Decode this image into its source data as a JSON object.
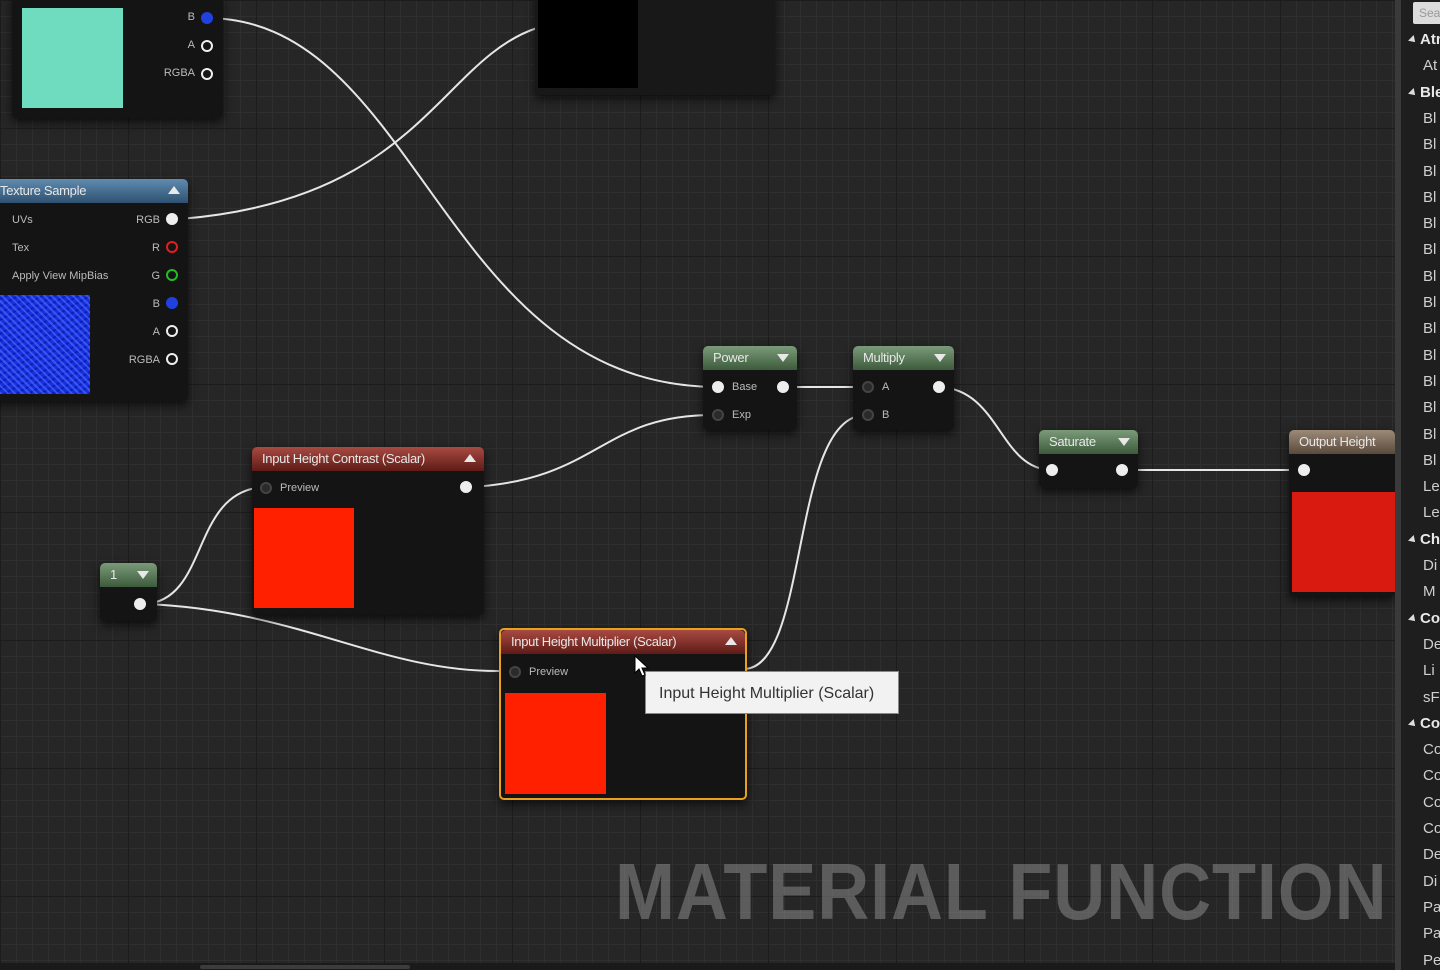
{
  "nodes": {
    "top_color": {
      "pins": [
        "B",
        "A",
        "RGBA"
      ],
      "swatch_color": "#6fdcbf"
    },
    "texture_sample": {
      "title": "Texture Sample",
      "inputs": [
        "UVs",
        "Tex",
        "Apply View MipBias"
      ],
      "outputs": [
        "RGB",
        "R",
        "G",
        "B",
        "A",
        "RGBA"
      ],
      "swatch_color": "#1530e0"
    },
    "power": {
      "title": "Power",
      "inputs": [
        "Base",
        "Exp"
      ]
    },
    "multiply": {
      "title": "Multiply",
      "inputs": [
        "A",
        "B"
      ]
    },
    "saturate": {
      "title": "Saturate"
    },
    "output_height": {
      "title": "Output Height",
      "swatch_color": "#d81a10"
    },
    "contrast": {
      "title": "Input Height Contrast (Scalar)",
      "pin": "Preview",
      "swatch_color": "#ff2000"
    },
    "constant": {
      "value": "1"
    },
    "multiplier": {
      "title": "Input Height Multiplier (Scalar)",
      "pin": "Preview",
      "swatch_color": "#ff2000"
    }
  },
  "tooltip": "Input Height Multiplier (Scalar)",
  "watermark": "MATERIAL FUNCTION",
  "palette": {
    "search_placeholder": "Sea",
    "items": [
      {
        "label": "Atm",
        "category": true
      },
      {
        "label": "At",
        "category": false
      },
      {
        "label": "Ble",
        "category": true
      },
      {
        "label": "Bl",
        "category": false
      },
      {
        "label": "Bl",
        "category": false
      },
      {
        "label": "Bl",
        "category": false
      },
      {
        "label": "Bl",
        "category": false
      },
      {
        "label": "Bl",
        "category": false
      },
      {
        "label": "Bl",
        "category": false
      },
      {
        "label": "Bl",
        "category": false
      },
      {
        "label": "Bl",
        "category": false
      },
      {
        "label": "Bl",
        "category": false
      },
      {
        "label": "Bl",
        "category": false
      },
      {
        "label": "Bl",
        "category": false
      },
      {
        "label": "Bl",
        "category": false
      },
      {
        "label": "Bl",
        "category": false
      },
      {
        "label": "Bl",
        "category": false
      },
      {
        "label": "Le",
        "category": false
      },
      {
        "label": "Le",
        "category": false
      },
      {
        "label": "Ch",
        "category": true
      },
      {
        "label": "Di",
        "category": false
      },
      {
        "label": "M",
        "category": false
      },
      {
        "label": "Co",
        "category": true
      },
      {
        "label": "De",
        "category": false
      },
      {
        "label": "Li",
        "category": false
      },
      {
        "label": "sF",
        "category": false
      },
      {
        "label": "Co",
        "category": true
      },
      {
        "label": "Co",
        "category": false
      },
      {
        "label": "Co",
        "category": false
      },
      {
        "label": "Co",
        "category": false
      },
      {
        "label": "Co",
        "category": false
      },
      {
        "label": "De",
        "category": false
      },
      {
        "label": "Di",
        "category": false
      },
      {
        "label": "Pa",
        "category": false
      },
      {
        "label": "Pa",
        "category": false
      },
      {
        "label": "Pe",
        "category": false
      }
    ]
  }
}
